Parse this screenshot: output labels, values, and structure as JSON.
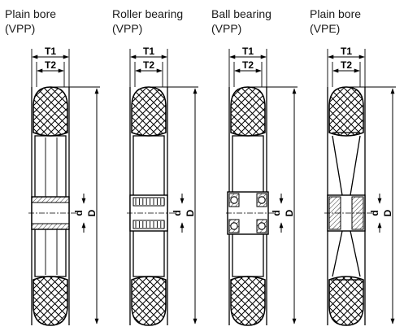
{
  "columns": [
    {
      "title_line1": "Plain bore",
      "title_line2": "(VPP)",
      "type": "plain"
    },
    {
      "title_line1": "Roller bearing",
      "title_line2": "(VPP)",
      "type": "roller"
    },
    {
      "title_line1": "Ball bearing",
      "title_line2": "(VPP)",
      "type": "ball"
    },
    {
      "title_line1": "Plain bore",
      "title_line2": "(VPE)",
      "type": "vpe"
    }
  ],
  "dimensions": {
    "t1": "T1",
    "t2": "T2",
    "d_small": "d",
    "d_large": "D"
  }
}
